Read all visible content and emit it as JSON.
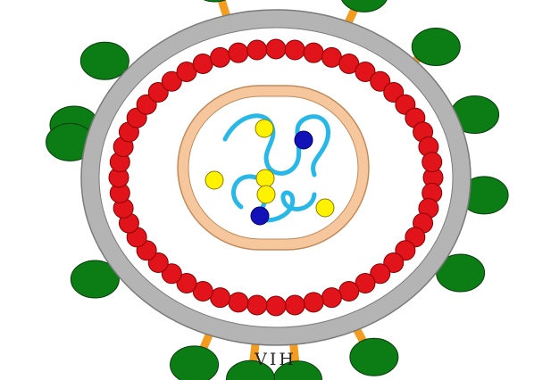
{
  "figure": {
    "caption": "VIH"
  },
  "colors": {
    "envelope": "#b4b4b4",
    "envelope_outline": "#7a7a7a",
    "spike_stalk": "#f39c1f",
    "spike_head": "#0b7d14",
    "matrix_protein": "#e1131b",
    "capsid_fill": "#f6c79d",
    "capsid_inner": "#ffffff",
    "rna": "#27b8e8",
    "enzyme_yellow": "#fff200",
    "enzyme_blue": "#1212b8"
  },
  "spike_count": 14,
  "matrix_protein_count": 52,
  "enzymes": [
    {
      "kind": "yellow"
    },
    {
      "kind": "blue"
    },
    {
      "kind": "yellow"
    },
    {
      "kind": "yellow"
    },
    {
      "kind": "yellow"
    },
    {
      "kind": "blue"
    },
    {
      "kind": "yellow"
    }
  ]
}
